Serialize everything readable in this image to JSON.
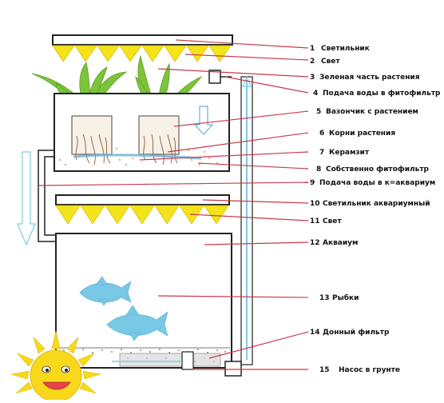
{
  "diagram": {
    "labels": [
      {
        "num": "1",
        "text": "Светильник"
      },
      {
        "num": "2",
        "text": "Свет"
      },
      {
        "num": "3",
        "text": "Зеленая чacть растения"
      },
      {
        "num": "4",
        "text": "Подача воды в фитофильтр"
      },
      {
        "num": "5",
        "text": "Вазончик с растением"
      },
      {
        "num": "6",
        "text": "Корни растения"
      },
      {
        "num": "7",
        "text": "Керамзит"
      },
      {
        "num": "8",
        "text": "Собственно фитофильтр"
      },
      {
        "num": "9",
        "text": "Подача воды в к=аквариум"
      },
      {
        "num": "10",
        "text": "Светильник аквариумный"
      },
      {
        "num": "11",
        "text": "Свет"
      },
      {
        "num": "12",
        "text": "Акваиум"
      },
      {
        "num": "13",
        "text": "Рыбки"
      },
      {
        "num": "14",
        "text": "Донный фильтр"
      },
      {
        "num": "15",
        "text": "Насос в грунте"
      }
    ],
    "colors": {
      "leader": "#c83a48",
      "light": "#f4e21a",
      "leaves": "#7cc43a",
      "water_pipe": "#7ecbe0",
      "fish": "#78c8e6",
      "sun": "#f7d81a"
    },
    "icons": [
      "sun-icon",
      "fish-icon",
      "arrow-down-icon"
    ]
  }
}
